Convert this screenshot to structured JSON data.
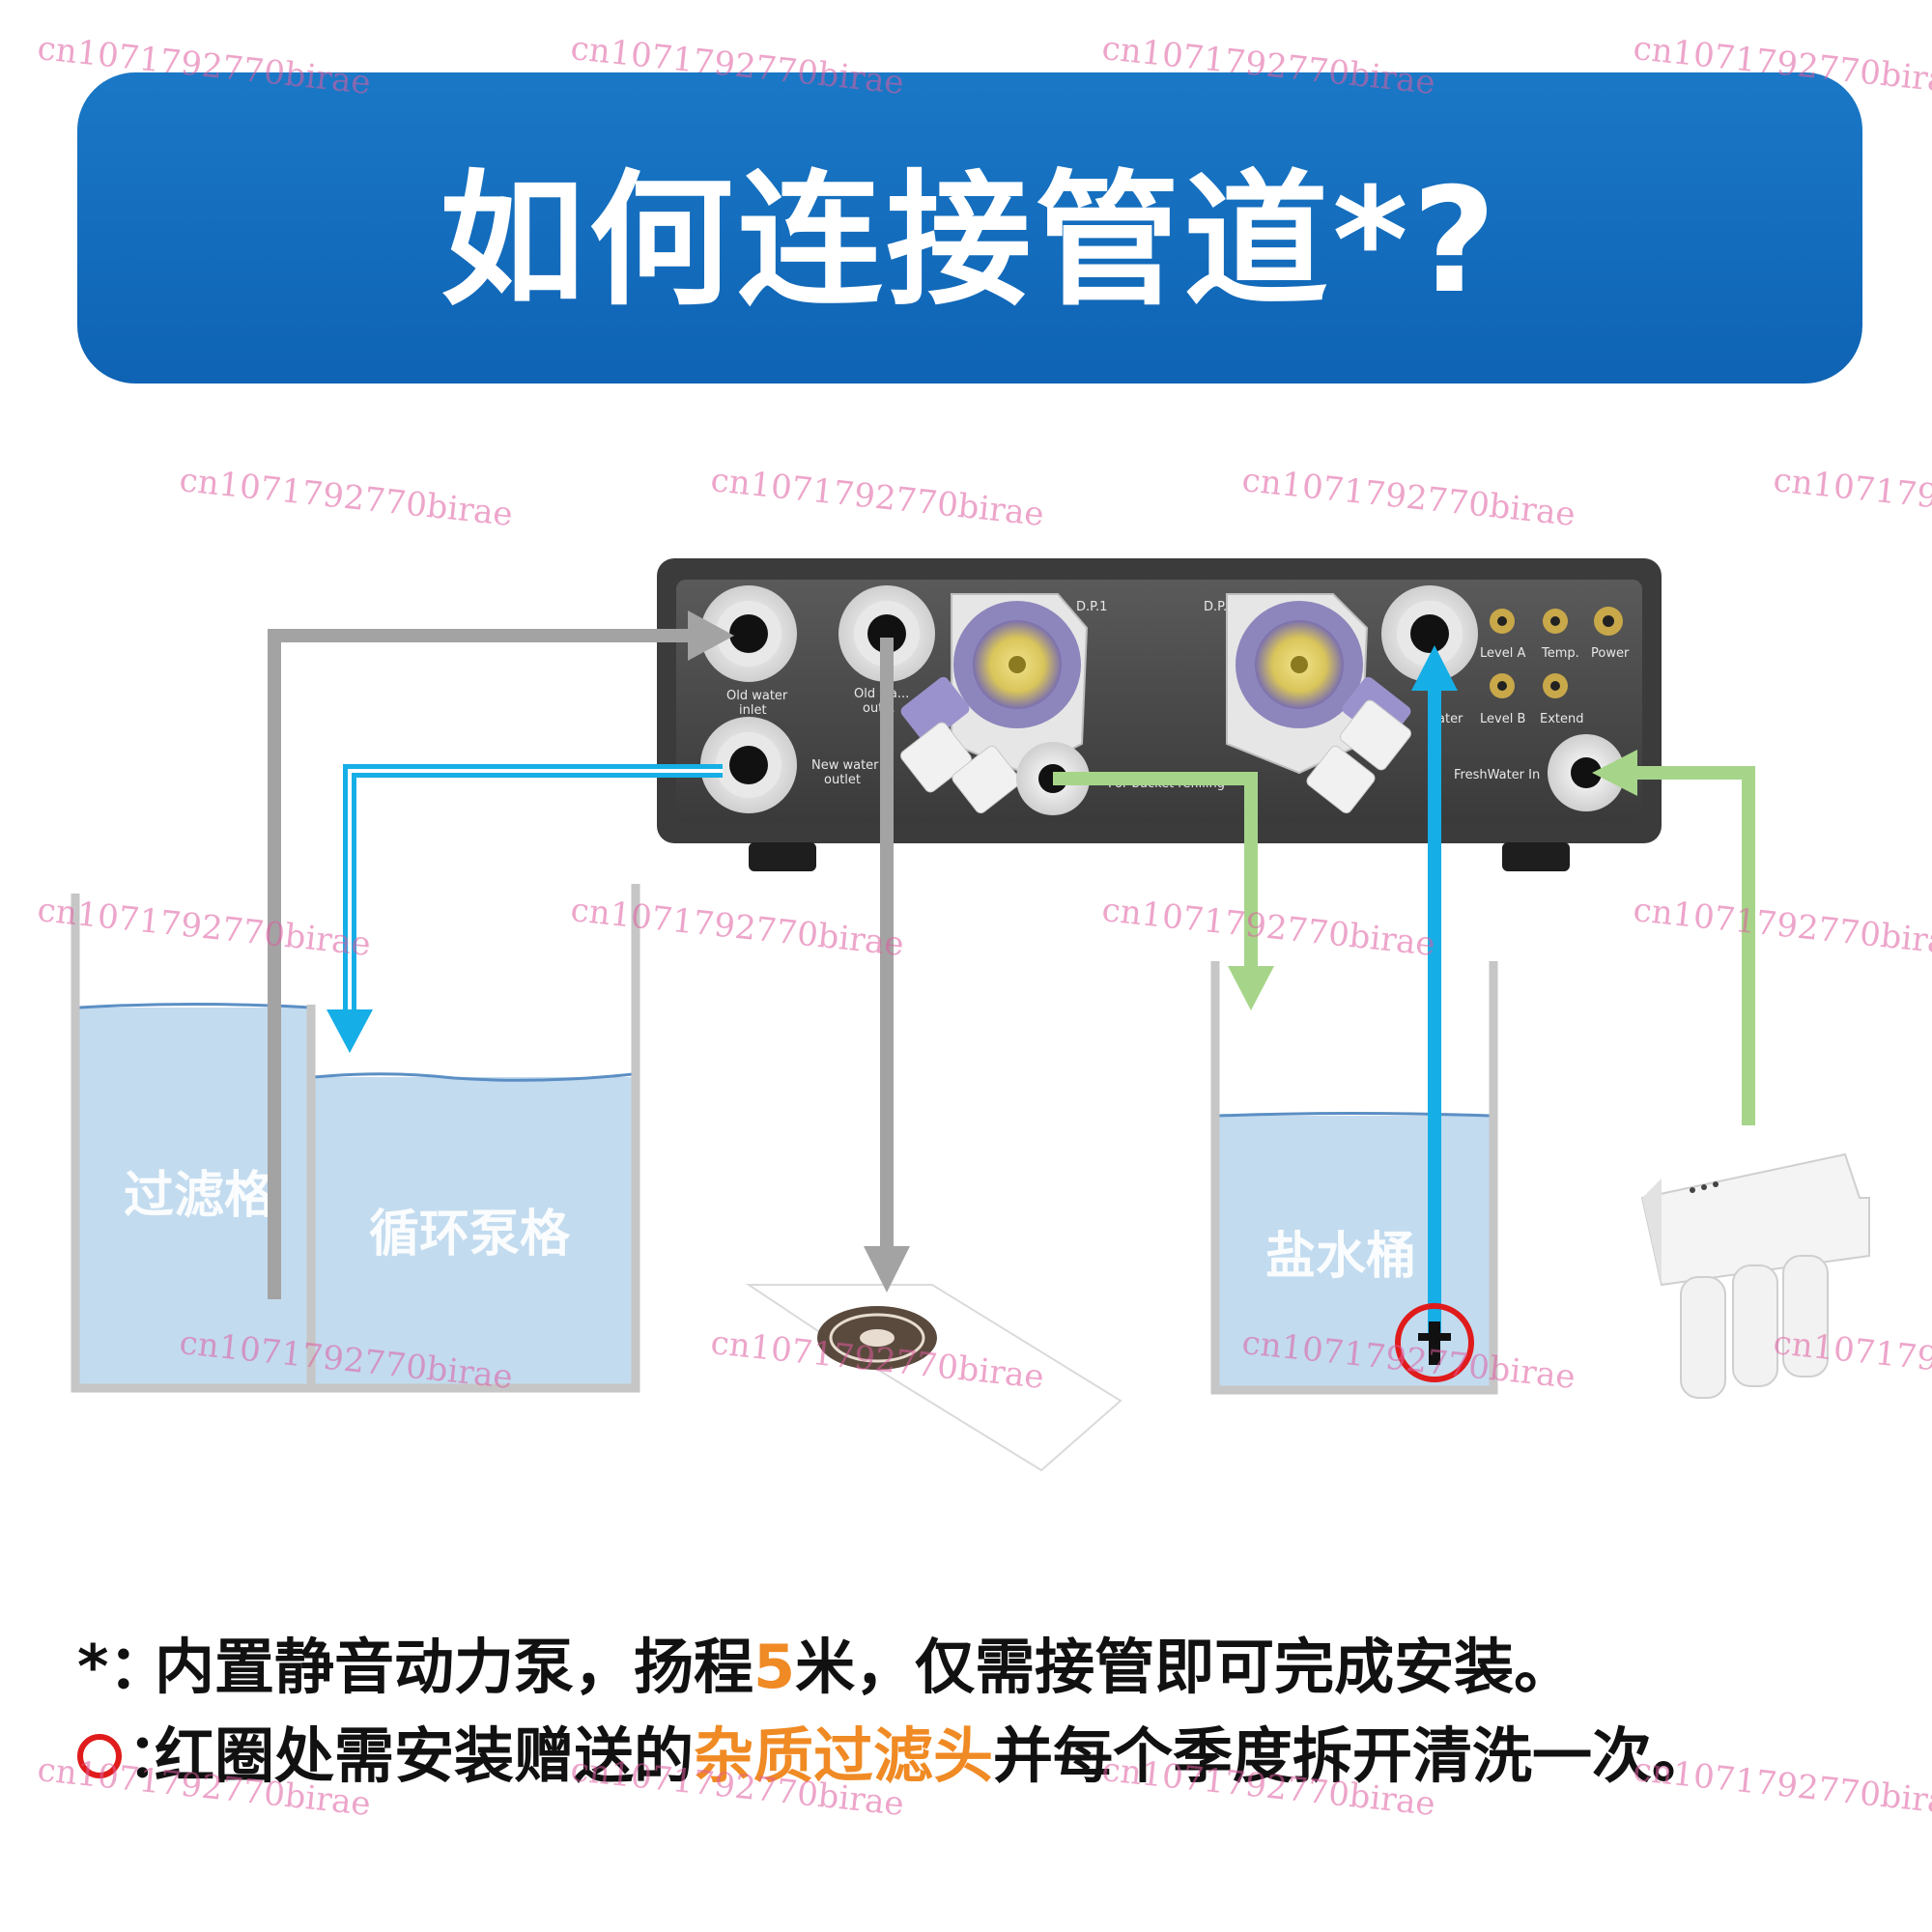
{
  "header": {
    "title": "如何连接管道*?"
  },
  "device": {
    "labels": {
      "old_water_inlet": "Old water\ninlet",
      "old_water_outlet": "Old wa...\nout...",
      "new_water_outlet": "New water\noutlet",
      "dp1": "D.P.1",
      "dp2": "D.P.2",
      "level_a": "Level A",
      "temp": "Temp.",
      "power": "Power",
      "level_b": "Level B",
      "extend": "Extend",
      "water_partial": "ater",
      "freshwater_in": "FreshWater In",
      "bucket_refilling": "For bucket refilling"
    }
  },
  "tanks": {
    "filter": "过滤格",
    "pump": "循环泵格",
    "salt": "盐水桶"
  },
  "notes": {
    "line1_mark": "*：",
    "line1_a": "内置静音动力泵，扬程",
    "line1_hl": "5",
    "line1_b": "米，仅需接管即可完成安装。",
    "line2_mark": "：",
    "line2_a": "红圈处需安装赠送的",
    "line2_hl": "杂质过滤头",
    "line2_b": "并每个季度拆开清洗一次。"
  },
  "watermark": {
    "text": "cn1071792770birae"
  },
  "colors": {
    "banner": "#1270c0",
    "gray_pipe": "#a3a3a3",
    "blue_pipe": "#16aee6",
    "green_pipe": "#a6d58a",
    "water": "#c2dbef",
    "highlight": "#f08a24",
    "red_ring": "#e01b1b"
  }
}
